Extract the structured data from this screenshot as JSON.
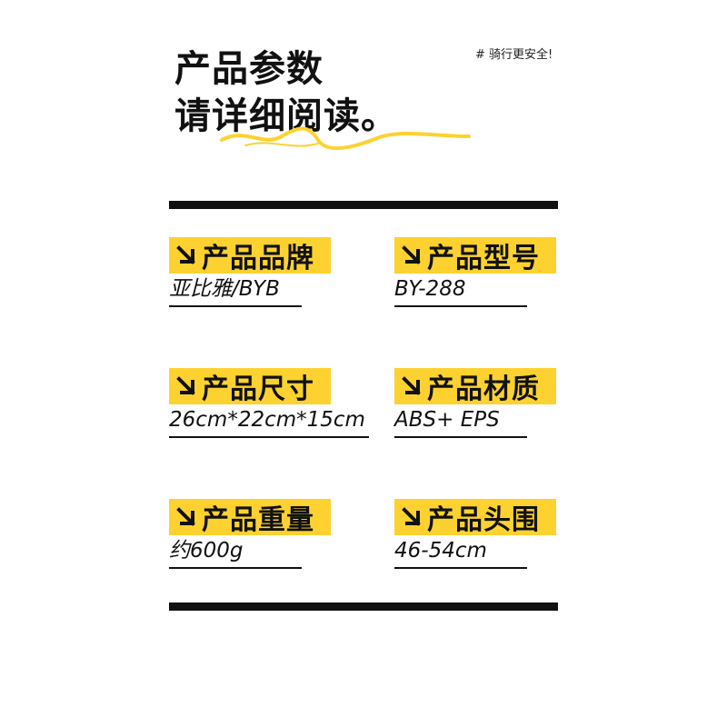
{
  "header": {
    "title_line1": "产品参数",
    "title_line2": "请详细阅读。",
    "hashtag": "# 骑行更安全!"
  },
  "colors": {
    "accent": "#fdd230",
    "ink": "#111111",
    "background": "#ffffff"
  },
  "params": [
    {
      "label": "产品品牌",
      "value": "亚比雅/BYB",
      "icon": "arrow-down-right-icon"
    },
    {
      "label": "产品型号",
      "value": "BY-288",
      "icon": "arrow-down-right-icon"
    },
    {
      "label": "产品尺寸",
      "value": "26cm*22cm*15cm",
      "icon": "arrow-down-right-icon"
    },
    {
      "label": "产品材质",
      "value": "ABS+ EPS",
      "icon": "arrow-down-right-icon"
    },
    {
      "label": "产品重量",
      "value": "约600g",
      "icon": "arrow-down-right-icon"
    },
    {
      "label": "产品头围",
      "value": "46-54cm",
      "icon": "arrow-down-right-icon"
    }
  ]
}
